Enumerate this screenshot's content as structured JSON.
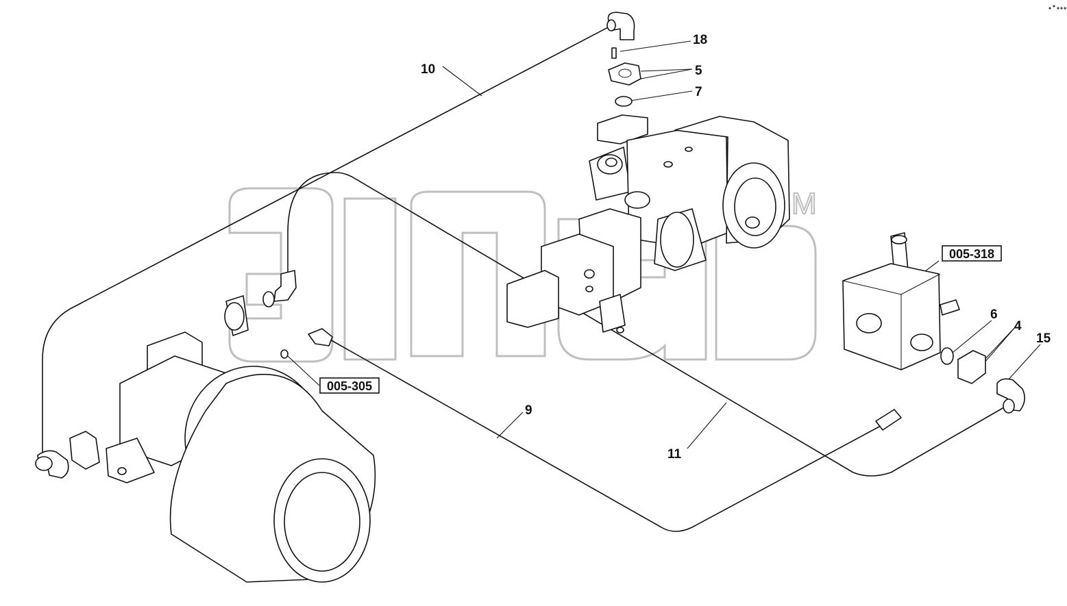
{
  "callouts": [
    {
      "id": "18",
      "text": "18"
    },
    {
      "id": "5",
      "text": "5"
    },
    {
      "id": "7",
      "text": "7"
    },
    {
      "id": "10",
      "text": "10"
    },
    {
      "id": "9",
      "text": "9"
    },
    {
      "id": "11",
      "text": "11"
    },
    {
      "id": "6",
      "text": "6"
    },
    {
      "id": "4",
      "text": "4"
    },
    {
      "id": "15",
      "text": "15"
    }
  ],
  "references": [
    {
      "id": "ref-005-318",
      "text": "005-318"
    },
    {
      "id": "ref-005-305",
      "text": "005-305"
    }
  ],
  "watermark": {
    "tm": "M"
  }
}
